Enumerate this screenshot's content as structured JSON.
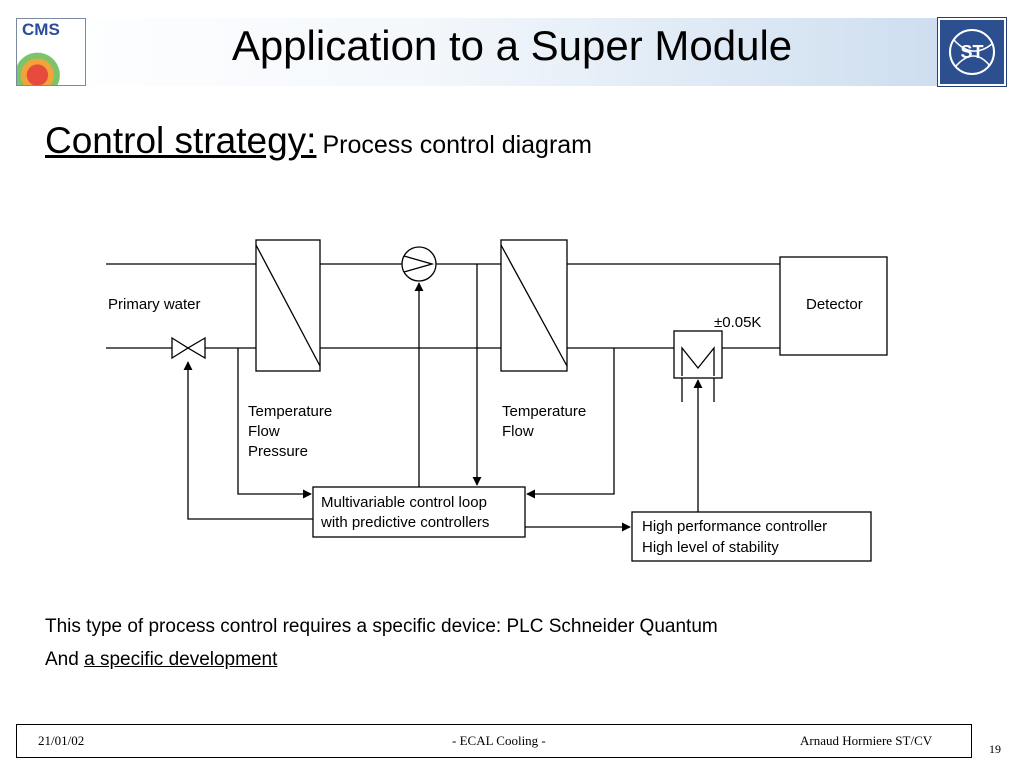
{
  "slide": {
    "title": "Application to a Super Module",
    "logos": {
      "left_text": "CMS",
      "right_text": "ST"
    },
    "section": {
      "title": "Control strategy:",
      "subtitle": "Process control diagram"
    },
    "diagram": {
      "labels": {
        "primary_water": "Primary water",
        "detector": "Detector",
        "tolerance": "±0.05K",
        "sensors_left": [
          "Temperature",
          "Flow",
          "Pressure"
        ],
        "sensors_right": [
          "Temperature",
          "Flow"
        ],
        "multivariable": [
          "Multivariable control loop",
          "with predictive controllers"
        ],
        "high_perf": [
          "High performance controller",
          "High level of stability"
        ]
      }
    },
    "body": {
      "line1": "This type of process control requires a specific device: PLC Schneider Quantum",
      "line2_prefix": "And ",
      "line2_link": "a specific development"
    },
    "footer": {
      "date": "21/01/02",
      "center": "-  ECAL Cooling  -",
      "author": "Arnaud Hormiere   ST/CV",
      "page": "19"
    },
    "colors": {
      "logo_right_bg": "#2c4f90",
      "logo_left_text": "#2a4c9a"
    }
  }
}
